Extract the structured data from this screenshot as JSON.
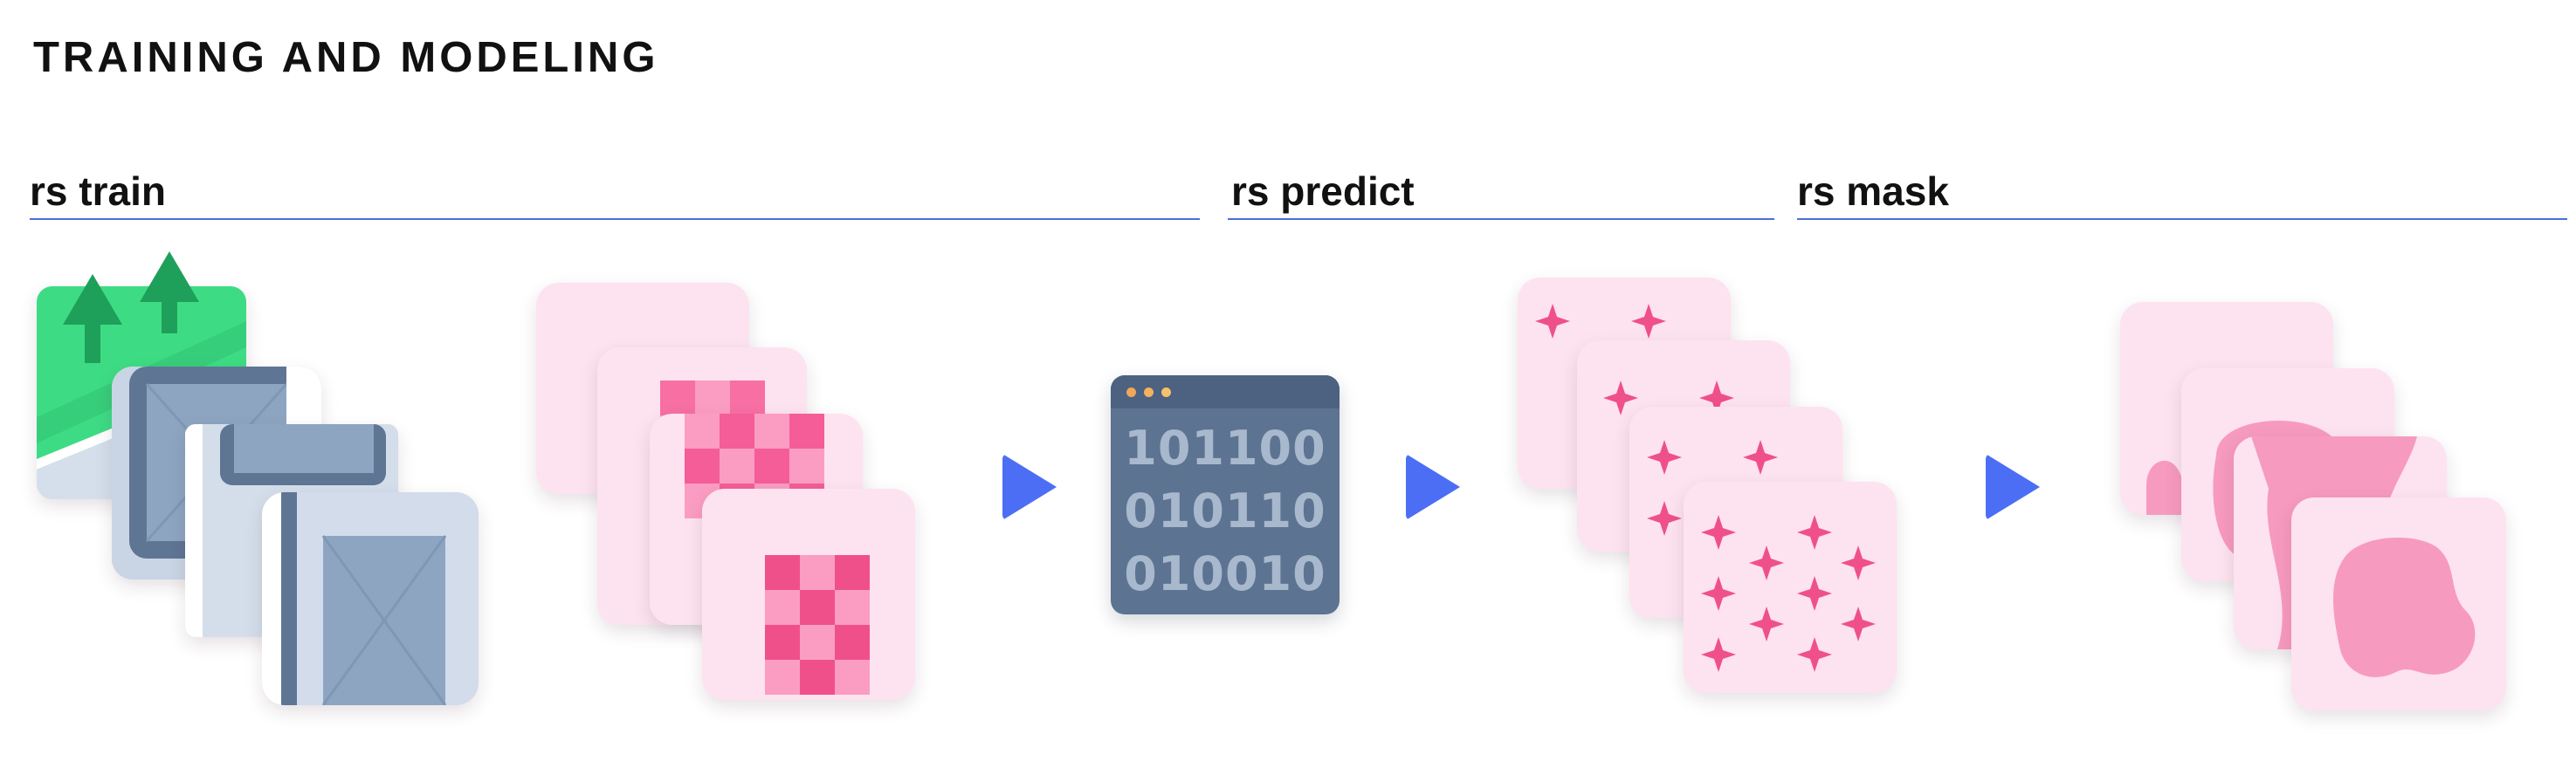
{
  "title": "TRAINING AND MODELING",
  "sections": [
    {
      "label": "rs train"
    },
    {
      "label": "rs predict"
    },
    {
      "label": "rs mask"
    }
  ],
  "model": {
    "code_lines": [
      "101100",
      "010110",
      "010010"
    ],
    "dot_colors": [
      "#f2a65a",
      "#f2b25e",
      "#f5c26b"
    ]
  },
  "colors": {
    "accent_blue": "#4c6ef5",
    "rule_blue": "#4c6fd6",
    "tile_pink": "#fde3ef",
    "mark_pink": "#f0508a",
    "label_pink": "#f79ac0",
    "imagery_green": "#3ddc84",
    "imagery_gray": "#8fa6c2"
  }
}
